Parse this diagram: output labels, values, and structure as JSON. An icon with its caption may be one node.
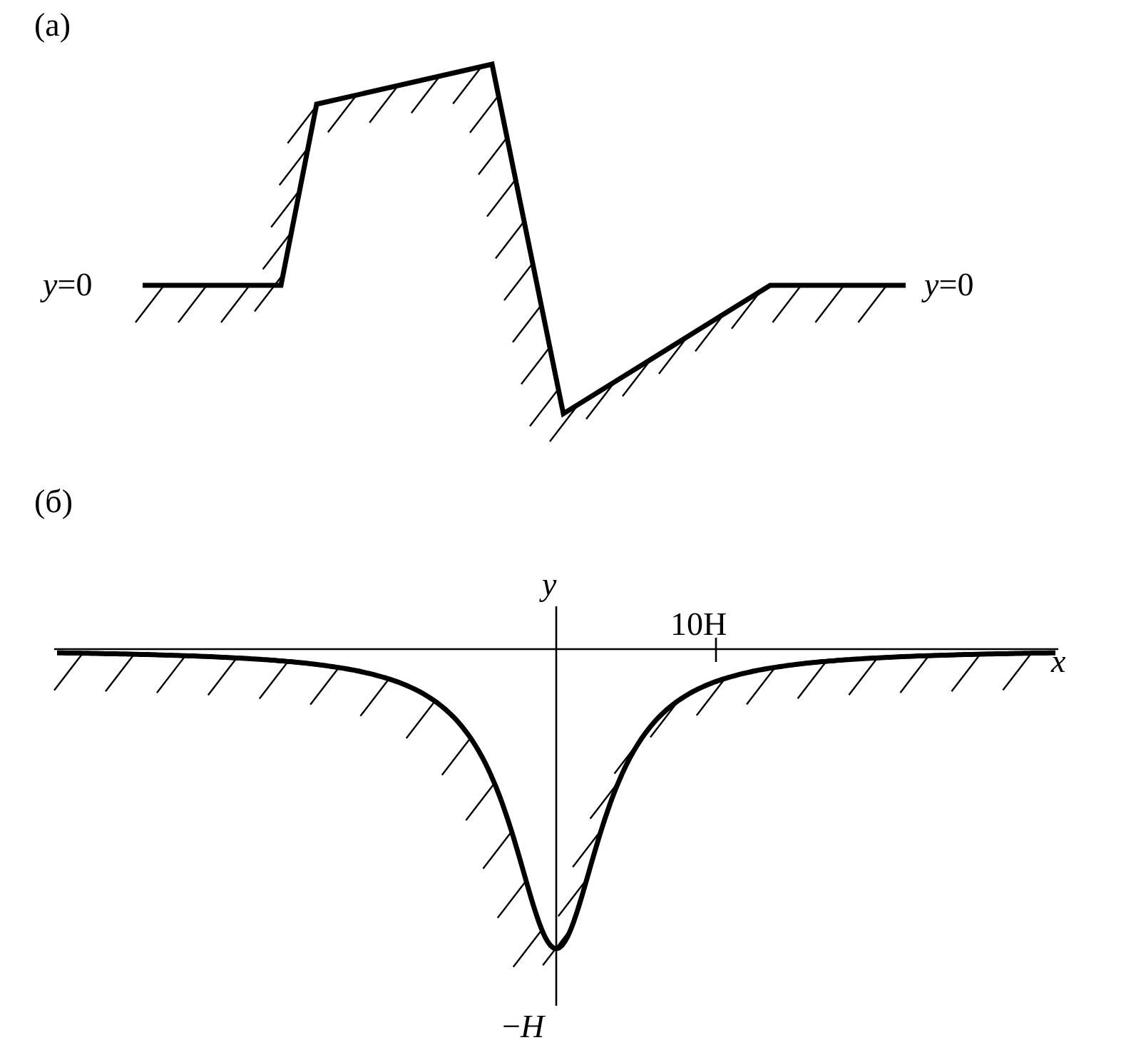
{
  "diagram": {
    "labels": [
      "(а)",
      "*y*=0",
      "*y*=0",
      "(б)",
      "y",
      "10H",
      "x",
      "−*H*"
    ]
  }
}
